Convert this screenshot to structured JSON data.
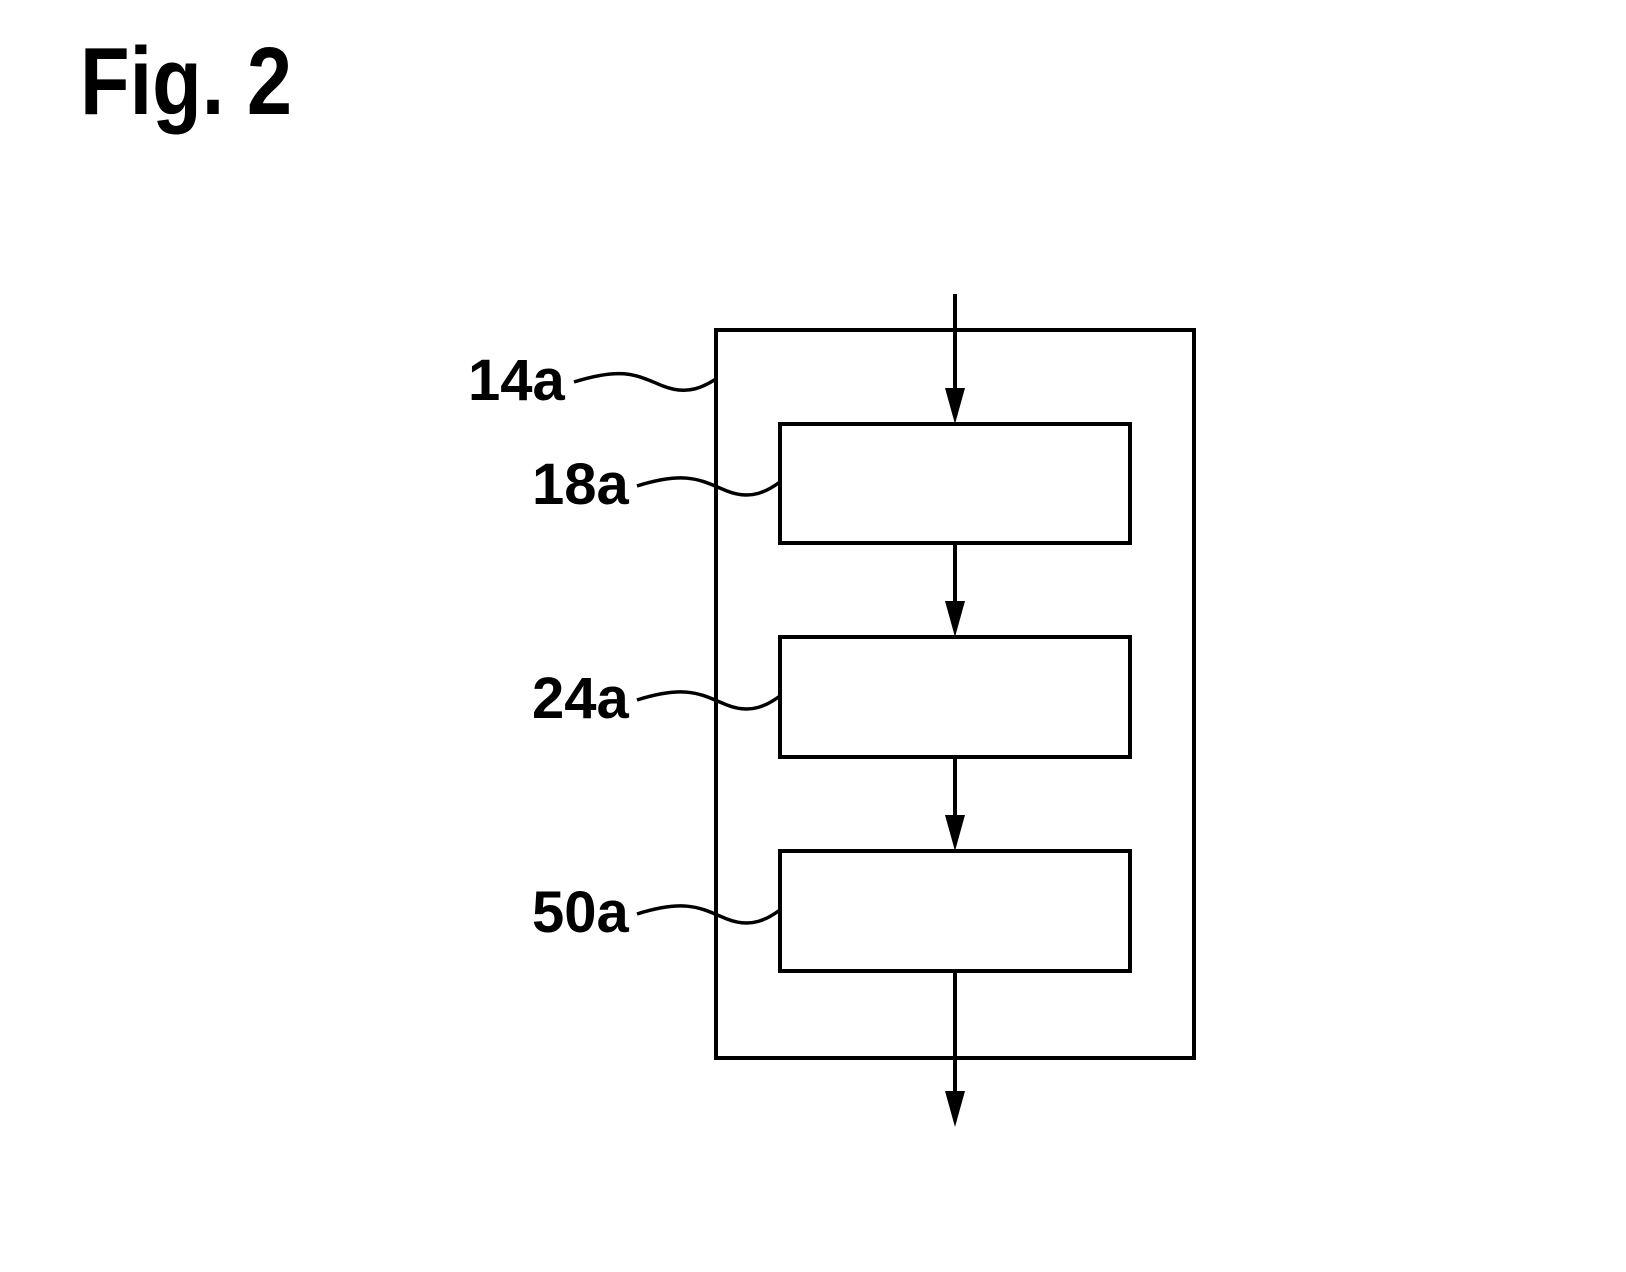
{
  "figure": {
    "title": "Fig. 2",
    "labels": {
      "outer_block": "14a",
      "block_1": "18a",
      "block_2": "24a",
      "block_3": "50a"
    },
    "colors": {
      "stroke": "#000000",
      "background": "#ffffff"
    }
  }
}
